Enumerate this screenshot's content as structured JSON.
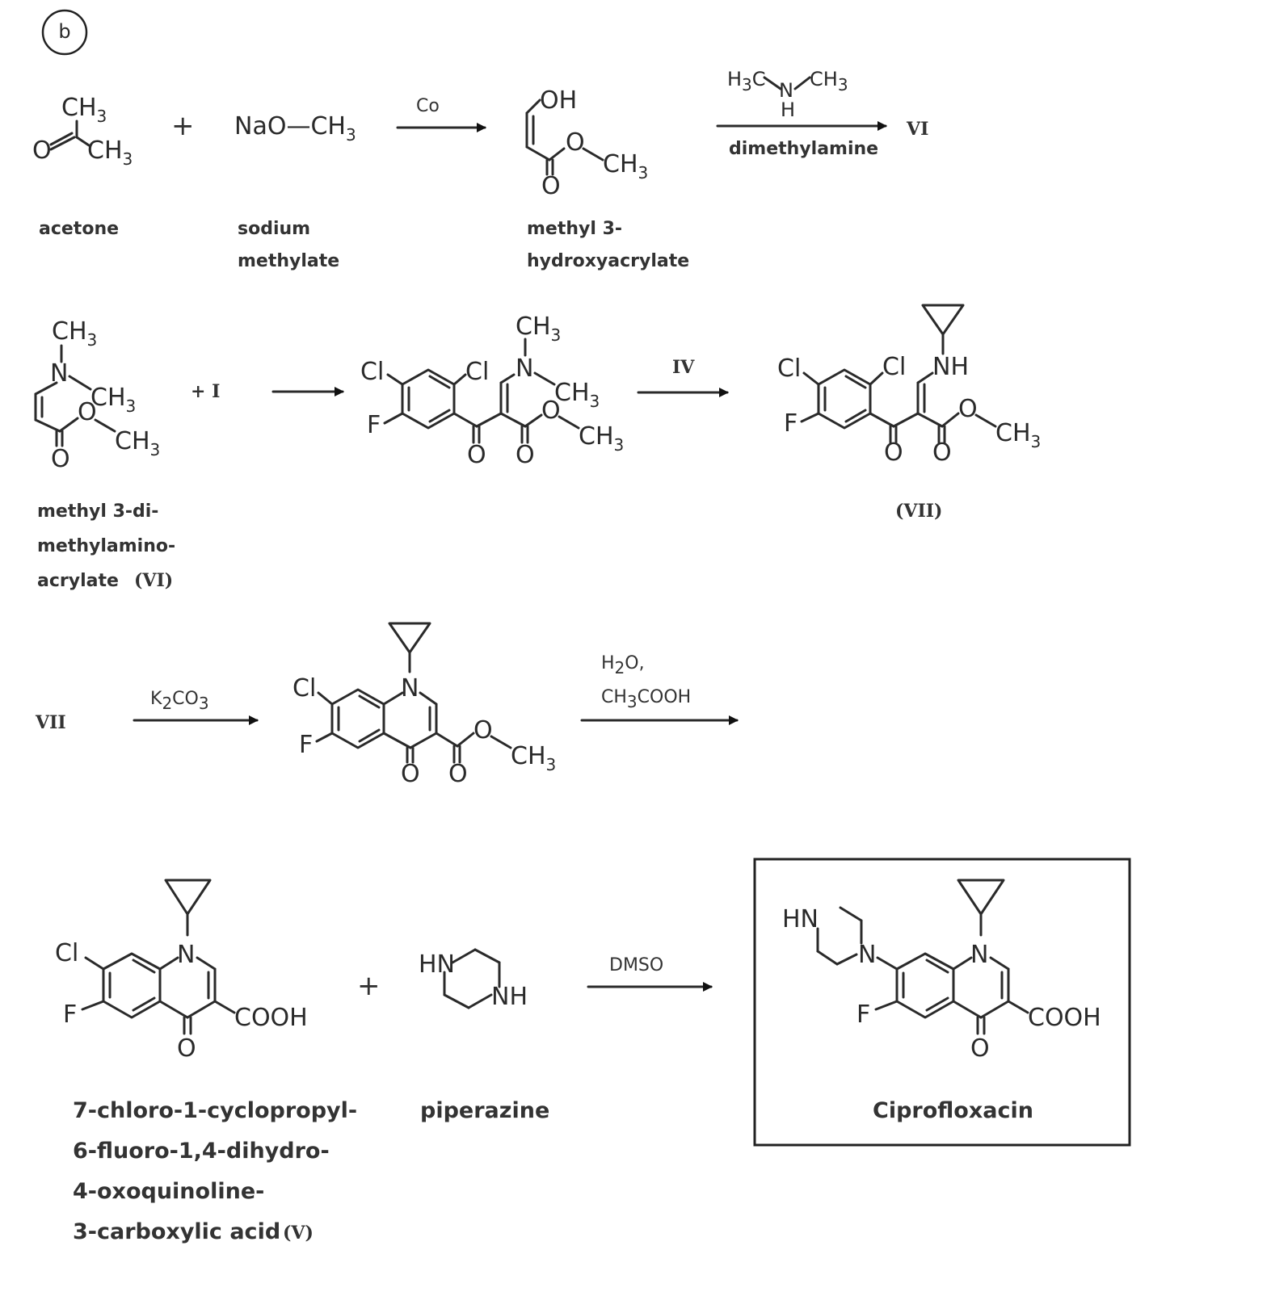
{
  "panel_label": "b",
  "row1": {
    "acetone_name": "acetone",
    "sodium_name_line1": "sodium",
    "sodium_name_line2": "methylate",
    "sodium_formula": "NaO—CH",
    "reagent_co": "Co",
    "hydroxy_name_line1": "methyl 3-",
    "hydroxy_name_line2": "hydroxyacrylate",
    "amine_reagent": "dimethylamine",
    "product_ref": "VI"
  },
  "row2": {
    "vi_name_line1": "methyl 3-di-",
    "vi_name_line2": "methylamino-",
    "vi_name_line3": "acrylate",
    "vi_roman": "(VI)",
    "plus_reagent": "+ I",
    "arrow2_reagent": "IV",
    "vii_label": "(VII)"
  },
  "row3": {
    "start_ref": "VII",
    "reagent_k2co3": "K",
    "reagent_h2o": "H",
    "reagent_acoh": "CH",
    "reagent_acoh_tail": "COOH"
  },
  "row4": {
    "v_name_line1": "7-chloro-1-cyclopropyl-",
    "v_name_line2": "6-fluoro-1,4-dihydro-",
    "v_name_line3": "4-oxoquinoline-",
    "v_name_line4": "3-carboxylic acid",
    "v_roman": "(V)",
    "piperazine_name": "piperazine",
    "reagent_dmso": "DMSO",
    "product_name": "Ciprofloxacin"
  }
}
